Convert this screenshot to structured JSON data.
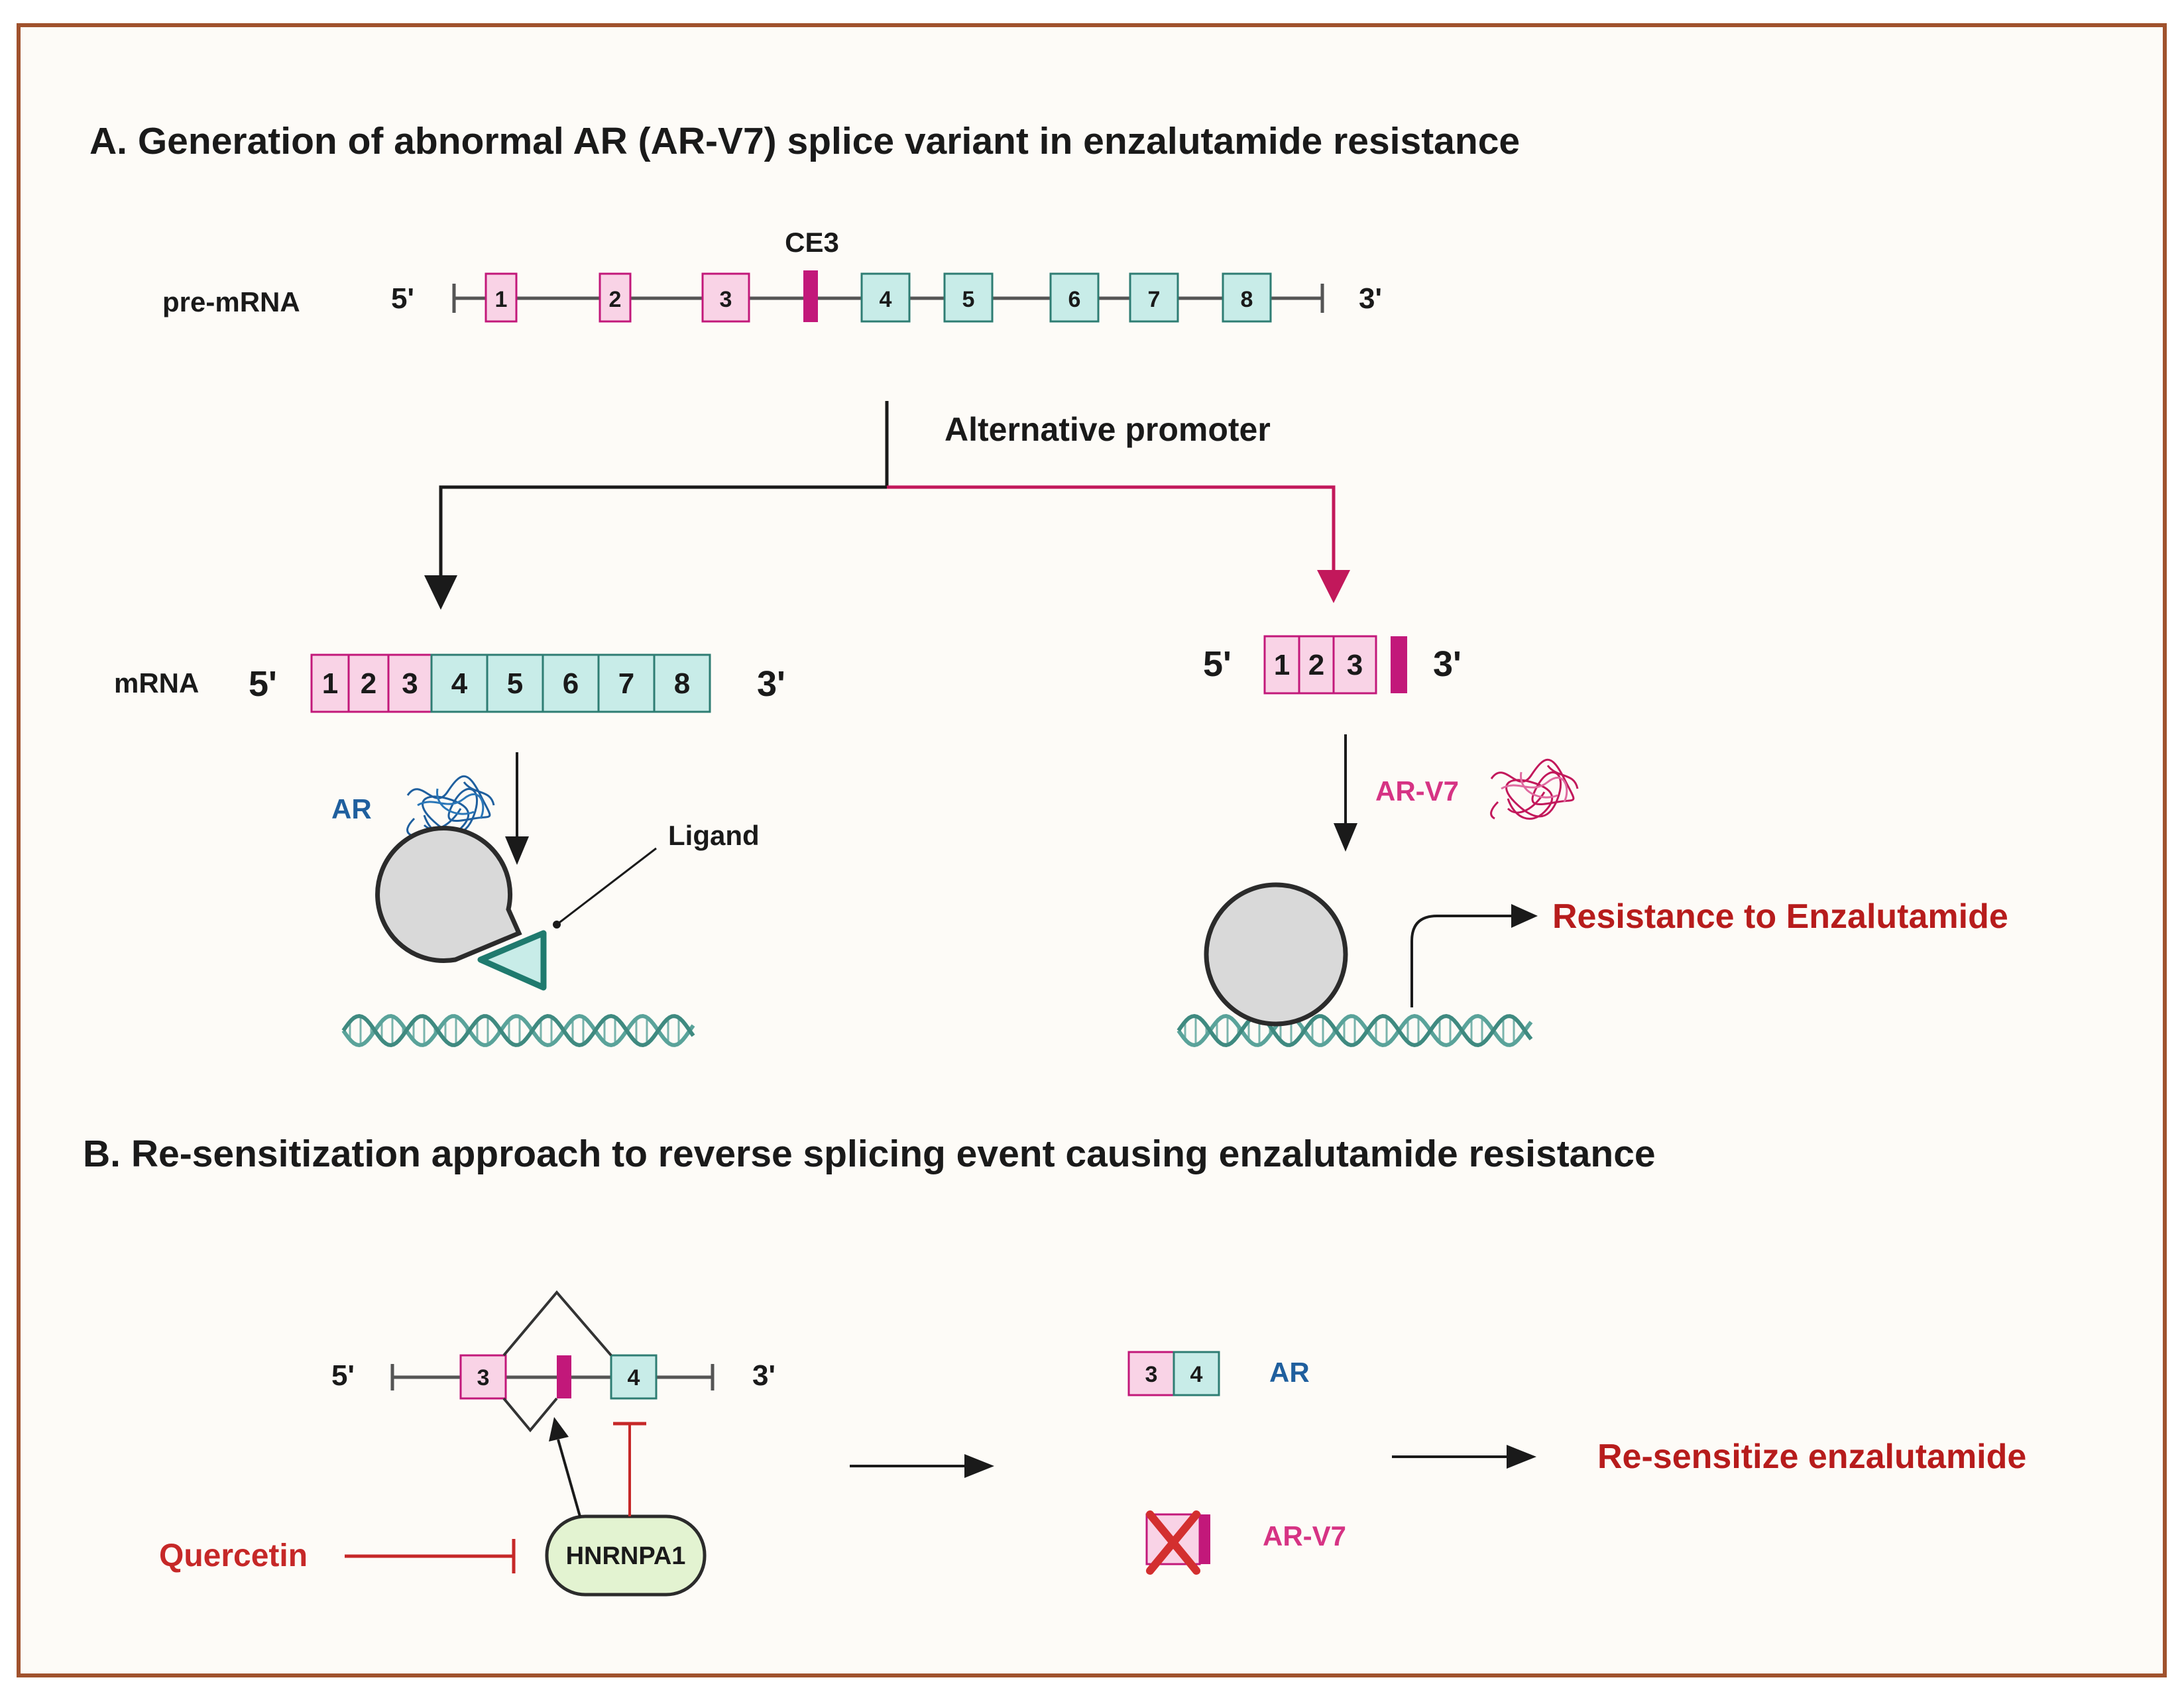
{
  "panel_a": {
    "title": "A. Generation of abnormal AR (AR-V7) splice variant in enzalutamide resistance",
    "pre_mrna_label": "pre-mRNA",
    "five_prime": "5'",
    "three_prime": "3'",
    "ce3_label": "CE3",
    "pre_mrna_exons": [
      "1",
      "2",
      "3",
      "4",
      "5",
      "6",
      "7",
      "8"
    ],
    "alt_promoter_label": "Alternative promoter",
    "mrna_label": "mRNA",
    "mrna_exons": [
      "1",
      "2",
      "3",
      "4",
      "5",
      "6",
      "7",
      "8"
    ],
    "variant_exons": [
      "1",
      "2",
      "3"
    ],
    "ar_label": "AR",
    "arv7_label": "AR-V7",
    "ligand_label": "Ligand",
    "resistance_label": "Resistance to Enzalutamide"
  },
  "panel_b": {
    "title": "B. Re-sensitization approach to reverse splicing event causing enzalutamide resistance",
    "five_prime": "5'",
    "three_prime": "3'",
    "exon_3": "3",
    "exon_4": "4",
    "ar_label": "AR",
    "arv7_label": "AR-V7",
    "quercetin_label": "Quercetin",
    "hnrnpa1_label": "HNRNPA1",
    "result_label": "Re-sensitize enzalutamide"
  },
  "colors": {
    "border": "#a0522d",
    "background": "#fdfbf7",
    "exon_pink": "#f9d3e6",
    "exon_teal": "#c8ece8",
    "ce3_magenta": "#c2187a",
    "promoter_pink": "#c2185b",
    "dna_teal": "#5aa39a",
    "protein_gray": "#d9d9d9",
    "ligand_teal": "#1f7a6e",
    "hnrnpa1_green": "#e3f3d1",
    "inhibit_red": "#c62828"
  }
}
